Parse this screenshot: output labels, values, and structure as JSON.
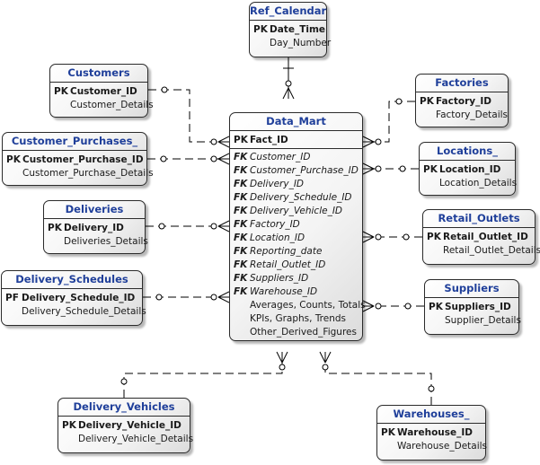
{
  "diagram": {
    "entities": [
      {
        "id": "ref_calendar",
        "title": "Ref_Calendar",
        "rows": [
          {
            "key": "PK",
            "col": "Date_Time"
          },
          {
            "key": "",
            "col": "Day_Number"
          }
        ]
      },
      {
        "id": "customers",
        "title": "Customers",
        "rows": [
          {
            "key": "PK",
            "col": "Customer_ID"
          },
          {
            "key": "",
            "col": "Customer_Details"
          }
        ]
      },
      {
        "id": "factories",
        "title": "Factories",
        "rows": [
          {
            "key": "PK",
            "col": "Factory_ID"
          },
          {
            "key": "",
            "col": "Factory_Details"
          }
        ]
      },
      {
        "id": "customer_purchases",
        "title": "Customer_Purchases_",
        "rows": [
          {
            "key": "PK",
            "col": "Customer_Purchase_ID"
          },
          {
            "key": "",
            "col": "Customer_Purchase_Details"
          }
        ]
      },
      {
        "id": "locations",
        "title": "Locations_",
        "rows": [
          {
            "key": "PK",
            "col": "Location_ID"
          },
          {
            "key": "",
            "col": "Location_Details"
          }
        ]
      },
      {
        "id": "deliveries",
        "title": "Deliveries",
        "rows": [
          {
            "key": "PK",
            "col": "Delivery_ID"
          },
          {
            "key": "",
            "col": "Deliveries_Details"
          }
        ]
      },
      {
        "id": "retail_outlets",
        "title": "Retail_Outlets",
        "rows": [
          {
            "key": "PK",
            "col": "Retail_Outlet_ID"
          },
          {
            "key": "",
            "col": "Retail_Outlet_Details"
          }
        ]
      },
      {
        "id": "delivery_schedules",
        "title": "Delivery_Schedules",
        "rows": [
          {
            "key": "PF",
            "col": "Delivery_Schedule_ID"
          },
          {
            "key": "",
            "col": "Delivery_Schedule_Details"
          }
        ]
      },
      {
        "id": "suppliers",
        "title": "Suppliers",
        "rows": [
          {
            "key": "PK",
            "col": "Suppliers_ID"
          },
          {
            "key": "",
            "col": "Supplier_Details"
          }
        ]
      },
      {
        "id": "delivery_vehicles",
        "title": "Delivery_Vehicles",
        "rows": [
          {
            "key": "PK",
            "col": "Delivery_Vehicle_ID"
          },
          {
            "key": "",
            "col": "Delivery_Vehicle_Details"
          }
        ]
      },
      {
        "id": "warehouses",
        "title": "Warehouses_",
        "rows": [
          {
            "key": "PK",
            "col": "Warehouse_ID"
          },
          {
            "key": "",
            "col": "Warehouse_Details"
          }
        ]
      },
      {
        "id": "data_mart",
        "title": "Data_Mart",
        "rows": [
          {
            "key": "PK",
            "col": "Fact_ID"
          },
          {
            "key": "FK",
            "col": "Customer_ID"
          },
          {
            "key": "FK",
            "col": "Customer_Purchase_ID"
          },
          {
            "key": "FK",
            "col": "Delivery_ID"
          },
          {
            "key": "FK",
            "col": "Delivery_Schedule_ID"
          },
          {
            "key": "FK",
            "col": "Delivery_Vehicle_ID"
          },
          {
            "key": "FK",
            "col": "Factory_ID"
          },
          {
            "key": "FK",
            "col": "Location_ID"
          },
          {
            "key": "FK",
            "col": "Reporting_date"
          },
          {
            "key": "FK",
            "col": "Retail_Outlet_ID"
          },
          {
            "key": "FK",
            "col": "Suppliers_ID"
          },
          {
            "key": "FK",
            "col": "Warehouse_ID"
          },
          {
            "key": "",
            "col": "Averages, Counts, Totals"
          },
          {
            "key": "",
            "col": "KPIs, Graphs, Trends"
          },
          {
            "key": "",
            "col": "Other_Derived_Figures"
          }
        ]
      }
    ],
    "relationships": [
      {
        "from": "ref_calendar",
        "to": "data_mart",
        "parent_end": "one-mandatory",
        "child_end": "zero-or-many"
      },
      {
        "from": "customers",
        "to": "data_mart",
        "parent_end": "zero-or-one",
        "child_end": "zero-or-many"
      },
      {
        "from": "customer_purchases",
        "to": "data_mart",
        "parent_end": "zero-or-one",
        "child_end": "zero-or-many"
      },
      {
        "from": "deliveries",
        "to": "data_mart",
        "parent_end": "zero-or-one",
        "child_end": "zero-or-many"
      },
      {
        "from": "delivery_schedules",
        "to": "data_mart",
        "parent_end": "zero-or-one",
        "child_end": "zero-or-many"
      },
      {
        "from": "factories",
        "to": "data_mart",
        "parent_end": "zero-or-one",
        "child_end": "zero-or-many"
      },
      {
        "from": "locations",
        "to": "data_mart",
        "parent_end": "zero-or-one",
        "child_end": "zero-or-many"
      },
      {
        "from": "retail_outlets",
        "to": "data_mart",
        "parent_end": "zero-or-one",
        "child_end": "zero-or-many"
      },
      {
        "from": "suppliers",
        "to": "data_mart",
        "parent_end": "zero-or-one",
        "child_end": "zero-or-many"
      },
      {
        "from": "delivery_vehicles",
        "to": "data_mart",
        "parent_end": "zero-or-one",
        "child_end": "zero-or-many"
      },
      {
        "from": "warehouses",
        "to": "data_mart",
        "parent_end": "zero-or-one",
        "child_end": "zero-or-many"
      }
    ],
    "colors": {
      "title": "#1f3f9a",
      "border": "#2b2b2b",
      "line": "#000000"
    }
  }
}
